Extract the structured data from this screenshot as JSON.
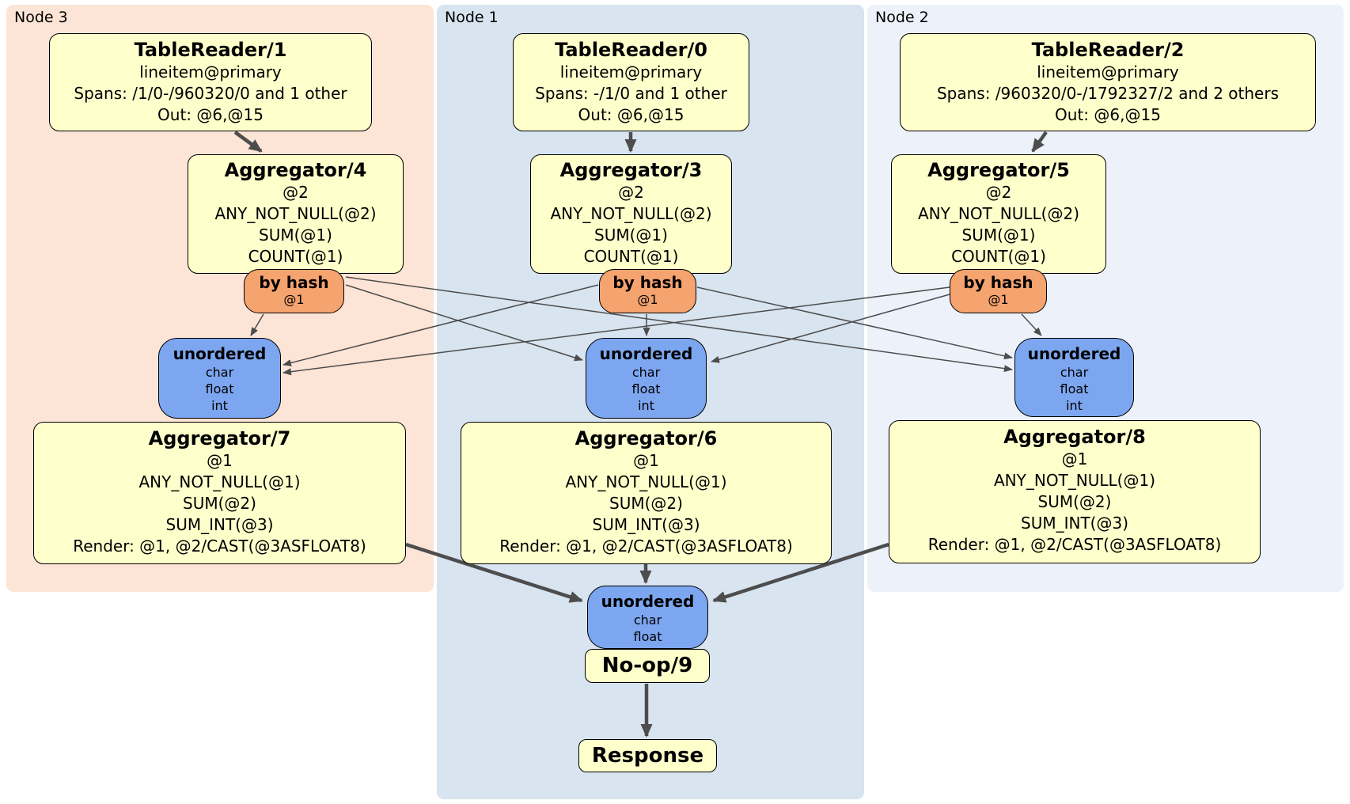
{
  "regions": {
    "node3": {
      "label": "Node 3"
    },
    "node1": {
      "label": "Node 1"
    },
    "node2": {
      "label": "Node 2"
    }
  },
  "node3": {
    "table_reader": {
      "title": "TableReader/1",
      "lines": [
        "lineitem@primary",
        "Spans: /1/0-/960320/0 and 1 other",
        "Out: @6,@15"
      ]
    },
    "agg_top": {
      "title": "Aggregator/4",
      "lines": [
        "@2",
        "ANY_NOT_NULL(@2)",
        "SUM(@1)",
        "COUNT(@1)"
      ]
    },
    "router": {
      "title": "by hash",
      "detail": "@1"
    },
    "sync": {
      "title": "unordered",
      "lines": [
        "char",
        "float",
        "int"
      ]
    },
    "agg_bottom": {
      "title": "Aggregator/7",
      "lines": [
        "@1",
        "ANY_NOT_NULL(@1)",
        "SUM(@2)",
        "SUM_INT(@3)",
        "Render: @1, @2/CAST(@3ASFLOAT8)"
      ]
    }
  },
  "node1": {
    "table_reader": {
      "title": "TableReader/0",
      "lines": [
        "lineitem@primary",
        "Spans: -/1/0 and 1 other",
        "Out: @6,@15"
      ]
    },
    "agg_top": {
      "title": "Aggregator/3",
      "lines": [
        "@2",
        "ANY_NOT_NULL(@2)",
        "SUM(@1)",
        "COUNT(@1)"
      ]
    },
    "router": {
      "title": "by hash",
      "detail": "@1"
    },
    "sync": {
      "title": "unordered",
      "lines": [
        "char",
        "float",
        "int"
      ]
    },
    "agg_bottom": {
      "title": "Aggregator/6",
      "lines": [
        "@1",
        "ANY_NOT_NULL(@1)",
        "SUM(@2)",
        "SUM_INT(@3)",
        "Render: @1, @2/CAST(@3ASFLOAT8)"
      ]
    }
  },
  "node2": {
    "table_reader": {
      "title": "TableReader/2",
      "lines": [
        "lineitem@primary",
        "Spans: /960320/0-/1792327/2 and 2 others",
        "Out: @6,@15"
      ]
    },
    "agg_top": {
      "title": "Aggregator/5",
      "lines": [
        "@2",
        "ANY_NOT_NULL(@2)",
        "SUM(@1)",
        "COUNT(@1)"
      ]
    },
    "router": {
      "title": "by hash",
      "detail": "@1"
    },
    "sync": {
      "title": "unordered",
      "lines": [
        "char",
        "float",
        "int"
      ]
    },
    "agg_bottom": {
      "title": "Aggregator/8",
      "lines": [
        "@1",
        "ANY_NOT_NULL(@1)",
        "SUM(@2)",
        "SUM_INT(@3)",
        "Render: @1, @2/CAST(@3ASFLOAT8)"
      ]
    }
  },
  "final": {
    "sync": {
      "title": "unordered",
      "lines": [
        "char",
        "float"
      ]
    },
    "noop": {
      "title": "No-op/9"
    },
    "response": {
      "title": "Response"
    }
  },
  "colors": {
    "processor_fill": "#ffffcc",
    "router_fill": "#f5a36f",
    "sync_fill": "#7da6f0",
    "node3_bg": "#fce4d6",
    "node1_bg": "#d8e4ef",
    "node2_bg": "#edf2fa",
    "edge": "#4d4d4d"
  }
}
